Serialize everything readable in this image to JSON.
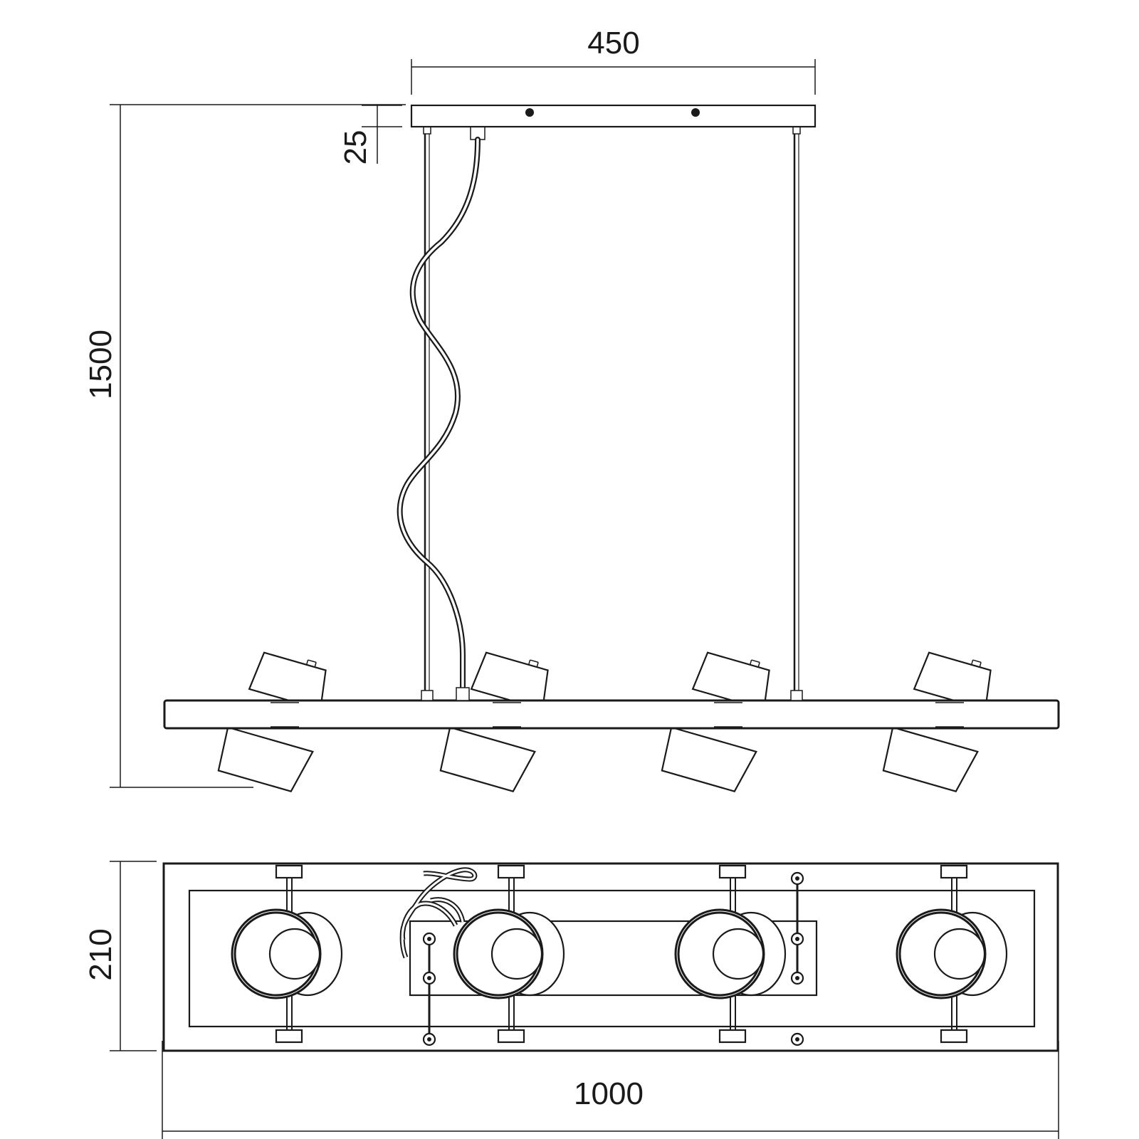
{
  "dimensions": {
    "canopy_width": "450",
    "canopy_height": "25",
    "total_height": "1500",
    "width": "210",
    "length": "1000"
  }
}
